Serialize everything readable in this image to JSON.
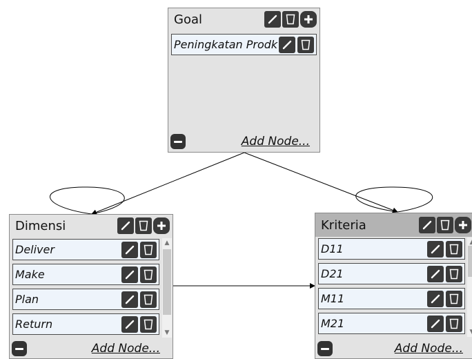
{
  "nodes": {
    "goal": {
      "title": "Goal",
      "items": [
        {
          "label": "Peningkatan Prodk"
        }
      ],
      "add_label": "Add Node..."
    },
    "dimensi": {
      "title": "Dimensi",
      "items": [
        {
          "label": "Deliver"
        },
        {
          "label": "Make"
        },
        {
          "label": "Plan"
        },
        {
          "label": "Return"
        }
      ],
      "add_label": "Add Node..."
    },
    "kriteria": {
      "title": "Kriteria",
      "items": [
        {
          "label": "D11"
        },
        {
          "label": "D21"
        },
        {
          "label": "M11"
        },
        {
          "label": "M21"
        }
      ],
      "add_label": "Add Node..."
    }
  },
  "icons": {
    "edit": "pencil-icon",
    "delete": "trash-icon",
    "add": "plus-icon",
    "collapse": "minus-icon"
  },
  "colors": {
    "node_background": "#e3e3e3",
    "node_header_selected": "#b3b3b3",
    "button": "#3a3a3a",
    "item_background": "#eef4fb"
  }
}
